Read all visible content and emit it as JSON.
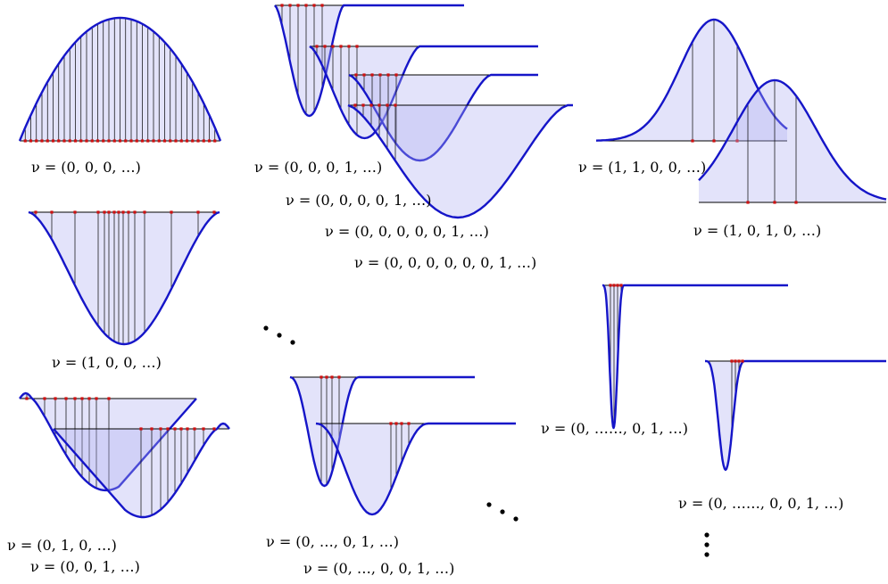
{
  "labels": {
    "l1": "ν = (0, 0, 0, …)",
    "l2": "ν = (1, 0, 0, …)",
    "l3a": "ν = (0, 1, 0, …)",
    "l3b": "ν = (0, 0, 1, …)",
    "l4": "ν = (0, 0, 0, 1, …)",
    "l5": "ν = (0, 0, 0, 0, 1, …)",
    "l6": "ν = (0, 0, 0, 0, 0, 1, …)",
    "l7": "ν = (0, 0, 0, 0, 0, 0, 1, …)",
    "l8": "ν = (0, …, 0, 1, …)",
    "l9": "ν = (0, …, 0, 0, 1, …)",
    "l10": "ν = (1, 1, 0, 0, …)",
    "l11": "ν = (1, 0, 1, 0, …)",
    "l12": "ν = (0, ……, 0, 1, …)",
    "l13": "ν = (0, ……, 0, 0, 1, …)"
  },
  "colors": {
    "curve": "#1515c8",
    "fill": "#afaff0",
    "marker": "#d01010",
    "line": "#000000"
  }
}
